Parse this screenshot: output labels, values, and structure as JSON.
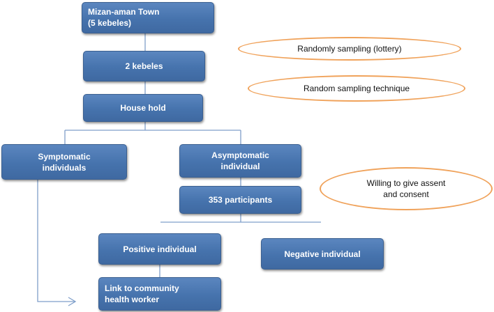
{
  "nodes": {
    "town": "Mizan-aman Town\n(5 kebeles)",
    "kebeles": "2 kebeles",
    "household": "House hold",
    "symptomatic": "Symptomatic\nindividuals",
    "asymptomatic": "Asymptomatic\nindividual",
    "participants": "353 participants",
    "positive": "Positive individual",
    "negative": "Negative individual",
    "link": "Link to community\nhealth worker"
  },
  "notes": {
    "lottery": "Randomly sampling (lottery)",
    "technique": "Random sampling technique",
    "consent": "Willing to give assent\nand consent"
  },
  "colors": {
    "box_fill": "#4a76b0",
    "box_border": "#3a5f90",
    "connector": "#7f9fca",
    "oval_border": "#f0a25a"
  }
}
